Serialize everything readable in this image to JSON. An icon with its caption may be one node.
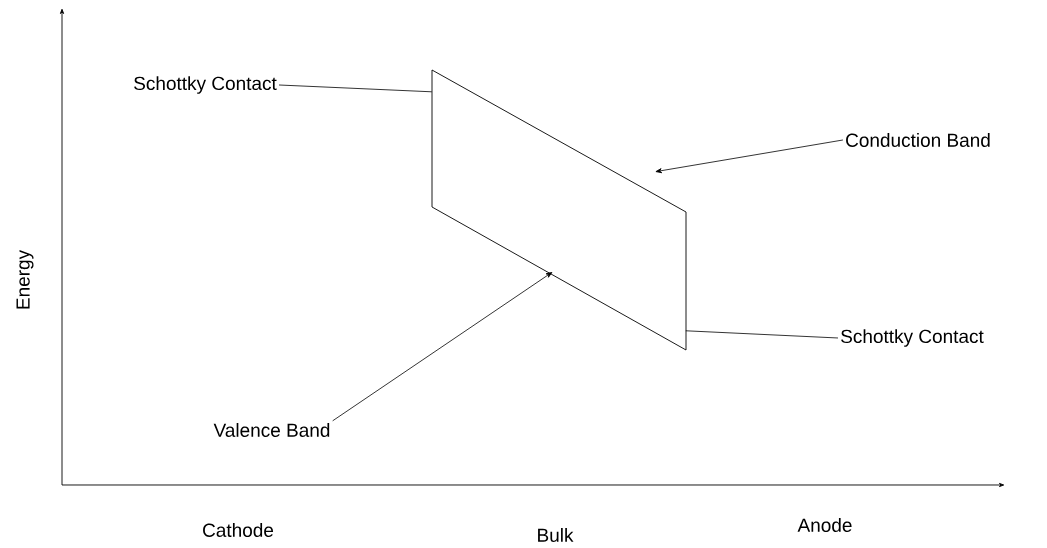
{
  "diagram": {
    "nodes": [
      {
        "text": [
          "Schottky Contact"
        ]
      },
      {
        "text": [],
        "shape": "parallelogram"
      },
      {
        "text": [
          "Conduction Band"
        ]
      },
      {
        "text": [
          "Schottky Contact"
        ]
      },
      {
        "text": [
          "Valence Band"
        ]
      }
    ],
    "edges": [
      {
        "from": 0,
        "to": 1,
        "arrow": "none"
      },
      {
        "from": 2,
        "to": 1,
        "arrow": "to"
      },
      {
        "from": 3,
        "to": 1,
        "arrow": "none"
      },
      {
        "from": 4,
        "to": 1,
        "arrow": "to"
      }
    ],
    "labels": [
      "Energy",
      "Cathode",
      "Bulk",
      "Anode"
    ]
  }
}
